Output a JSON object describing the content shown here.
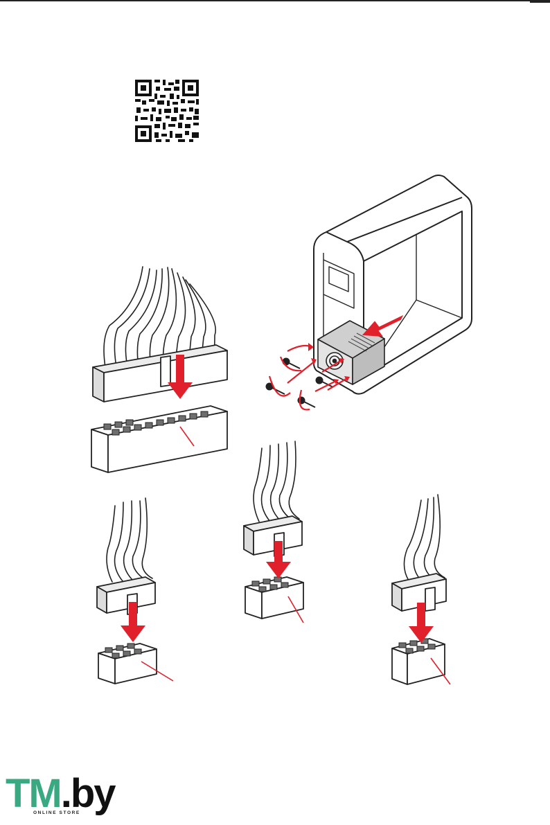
{
  "colors": {
    "accent": "#e0202a",
    "line": "#222222",
    "connector_fill": "#ffffff",
    "pin_fill": "#6e6e6e",
    "shade": "#dcdcdc",
    "logo_green": "#3aa981",
    "logo_dark": "#111111"
  },
  "icons": {
    "qr": "qr-code-icon",
    "arrow": "insert-arrow-icon",
    "screw": "screw-icon",
    "rotate": "rotate-arrow-icon"
  },
  "logo": {
    "tm": "TM",
    "dot": ".",
    "by": "by",
    "sub": "ONLINE STORE"
  }
}
